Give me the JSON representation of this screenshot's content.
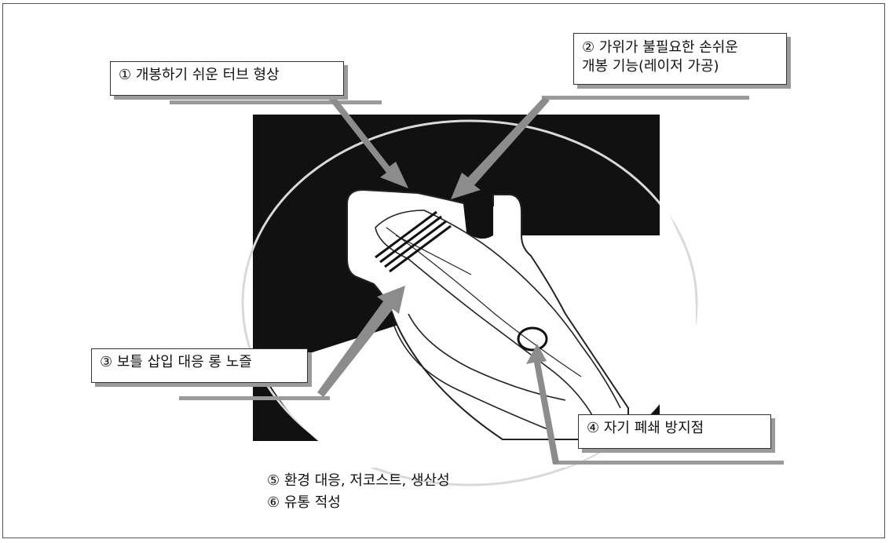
{
  "callouts": {
    "c1": "① 개봉하기 쉬운 터브 형상",
    "c2_line1": "② 가위가 불필요한 손쉬운",
    "c2_line2": "개봉 기능(레이저 가공)",
    "c3": "③ 보틀 삽입 대응 롱 노즐",
    "c4": "④ 자기 폐쇄 방지점"
  },
  "notes": {
    "line5": "⑤ 환경 대응, 저코스트, 생산성",
    "line6": "⑥ 유통 적성"
  },
  "colors": {
    "background": "#ffffff",
    "dark_panel": "#111111",
    "arrow": "#8c8c8c",
    "outline": "#222222"
  }
}
